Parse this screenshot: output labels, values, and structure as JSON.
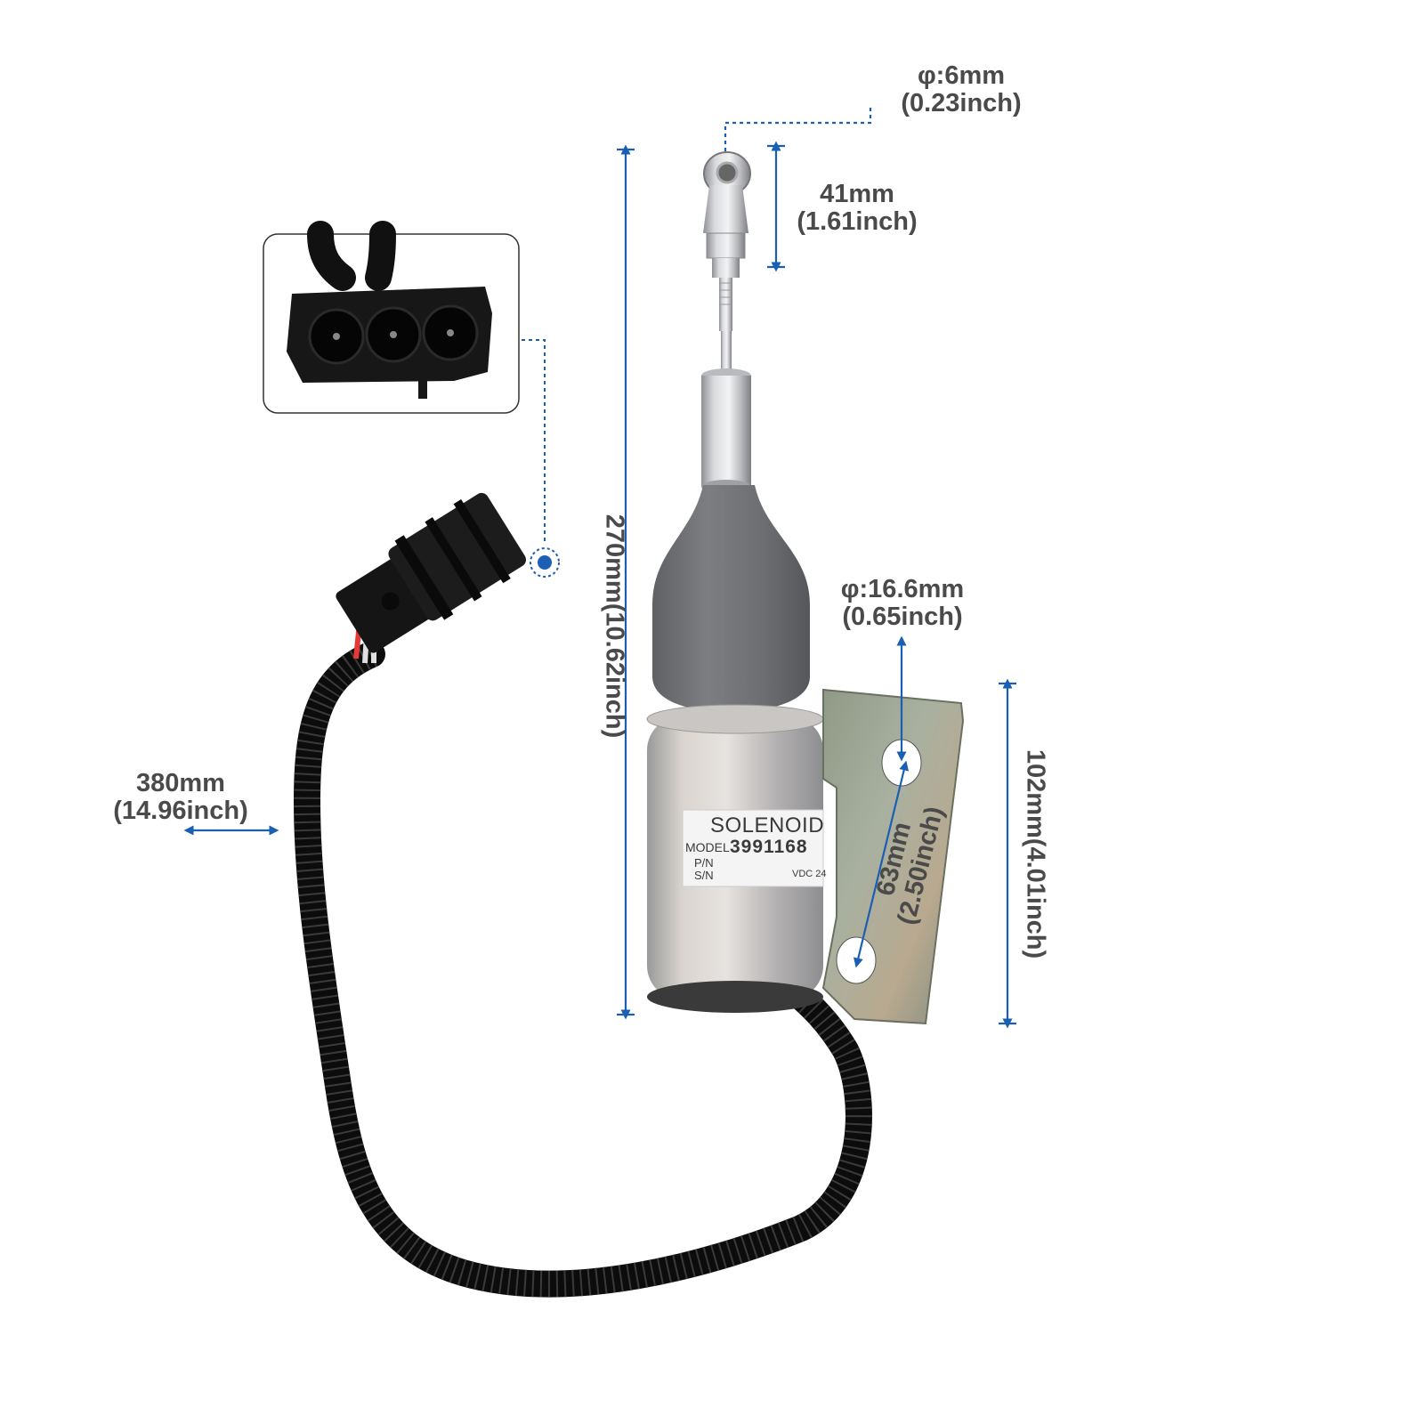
{
  "dimensions": {
    "rod_eye_diameter": {
      "metric": "φ:6mm",
      "imperial": "(0.23inch)"
    },
    "rod_end_length": {
      "metric": "41mm",
      "imperial": "(1.61inch)"
    },
    "overall_length": {
      "text": "270mm(10.62inch)"
    },
    "plunger_diameter": {
      "metric": "φ:16.6mm",
      "imperial": "(0.65inch)"
    },
    "bracket_height": {
      "text": "102mm(4.01inch)"
    },
    "hole_spacing": {
      "metric": "63mm",
      "imperial": "(2.50inch)"
    },
    "cable_length": {
      "metric": "380mm",
      "imperial": "(14.96inch)"
    }
  },
  "product_label": {
    "title": "SOLENOID",
    "model_prefix": "MODEL",
    "model_number": "3991168",
    "pn": "P/N",
    "sn": "S/N",
    "voltage": "VDC 24"
  },
  "colors": {
    "dimension_line": "#1a5fb4",
    "dimension_text": "#4a4a4a",
    "cable": "#111111",
    "rubber_boot": "#6d6f72",
    "metal": "#c4c6c9"
  }
}
